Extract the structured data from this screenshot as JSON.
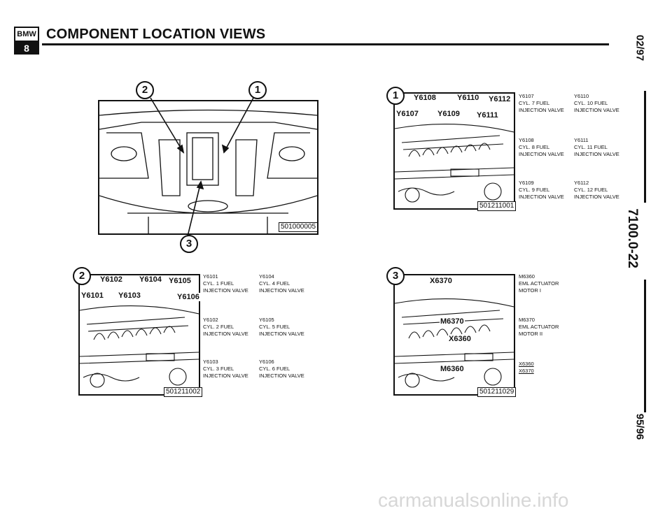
{
  "header": {
    "logo_top": "BMW",
    "logo_bottom": "8",
    "title": "COMPONENT LOCATION VIEWS"
  },
  "side": {
    "date_top": "02/97",
    "code": "7100.0-22",
    "date_bottom": "95/96"
  },
  "figures": {
    "engine_bay": {
      "id": "501000005",
      "callouts": [
        "2",
        "1",
        "3"
      ]
    },
    "fig1": {
      "callout": "1",
      "id": "501211001",
      "tags": [
        "Y6108",
        "Y6110",
        "Y6112",
        "Y6107",
        "Y6109",
        "Y6111"
      ],
      "labels": [
        {
          "code": "Y6107",
          "line1": "CYL. 7 FUEL",
          "line2": "INJECTION VALVE"
        },
        {
          "code": "Y6110",
          "line1": "CYL. 10 FUEL",
          "line2": "INJECTION VALVE"
        },
        {
          "code": "Y6108",
          "line1": "CYL. 8 FUEL",
          "line2": "INJECTION VALVE"
        },
        {
          "code": "Y6111",
          "line1": "CYL. 11 FUEL",
          "line2": "INJECTION VALVE"
        },
        {
          "code": "Y6109",
          "line1": "CYL. 9 FUEL",
          "line2": "INJECTION VALVE"
        },
        {
          "code": "Y6112",
          "line1": "CYL. 12 FUEL",
          "line2": "INJECTION VALVE"
        }
      ]
    },
    "fig2": {
      "callout": "2",
      "id": "501211002",
      "tags": [
        "Y6102",
        "Y6104",
        "Y6105",
        "Y6101",
        "Y6103",
        "Y6106"
      ],
      "labels": [
        {
          "code": "Y6101",
          "line1": "CYL. 1 FUEL",
          "line2": "INJECTION VALVE"
        },
        {
          "code": "Y6104",
          "line1": "CYL. 4 FUEL",
          "line2": "INJECTION VALVE"
        },
        {
          "code": "Y6102",
          "line1": "CYL. 2 FUEL",
          "line2": "INJECTION VALVE"
        },
        {
          "code": "Y6105",
          "line1": "CYL. 5 FUEL",
          "line2": "INJECTION VALVE"
        },
        {
          "code": "Y6103",
          "line1": "CYL. 3 FUEL",
          "line2": "INJECTION VALVE"
        },
        {
          "code": "Y6106",
          "line1": "CYL. 6 FUEL",
          "line2": "INJECTION VALVE"
        }
      ]
    },
    "fig3": {
      "callout": "3",
      "id": "501211029",
      "tags": [
        "X6370",
        "M6370",
        "X6360",
        "M6360"
      ],
      "labels": [
        {
          "code": "M6360",
          "line1": "EML ACTUATOR",
          "line2": "MOTOR I"
        },
        {
          "code": "M6370",
          "line1": "EML ACTUATOR",
          "line2": "MOTOR II"
        }
      ],
      "connectors": [
        "X6360",
        "X6370"
      ]
    }
  },
  "watermark": "carmanualsonline.info"
}
